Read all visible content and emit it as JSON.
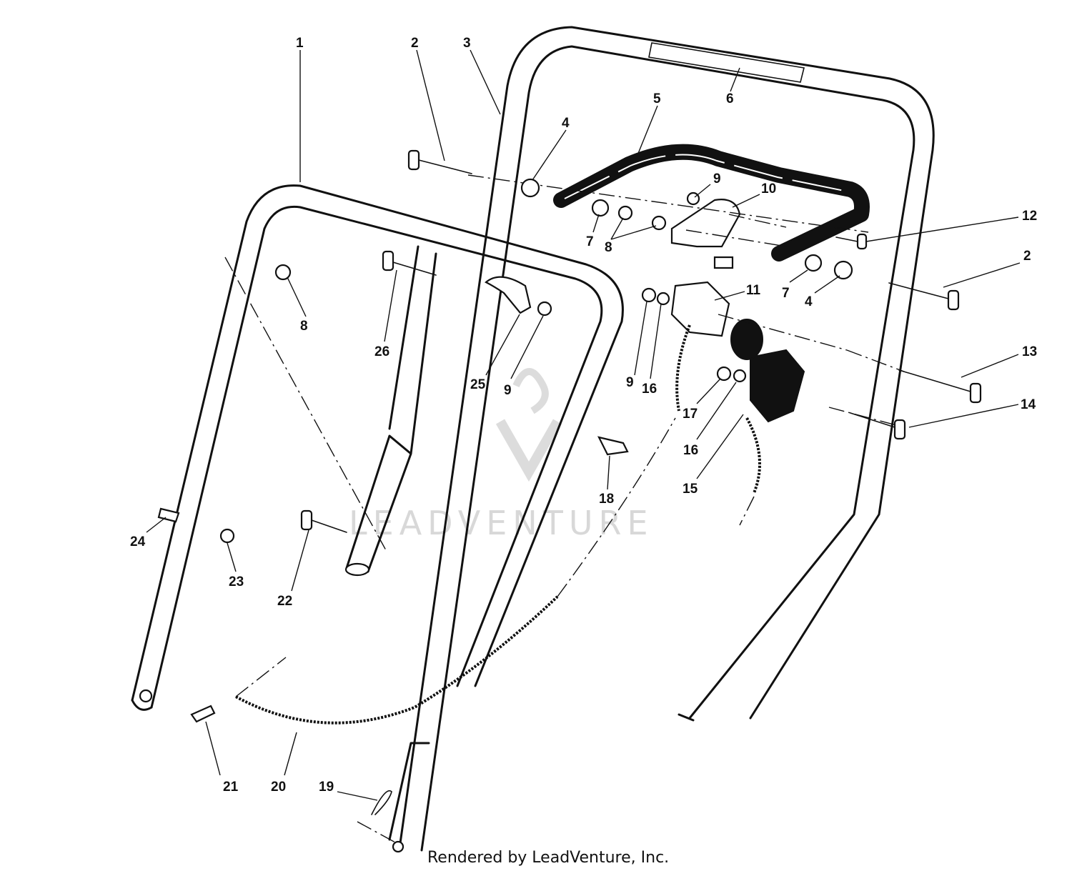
{
  "diagram": {
    "callouts": [
      "1",
      "2",
      "3",
      "4",
      "5",
      "6",
      "4",
      "9",
      "10",
      "12",
      "2",
      "7",
      "8",
      "7",
      "4",
      "8",
      "26",
      "25",
      "9",
      "11",
      "9",
      "16",
      "13",
      "17",
      "16",
      "14",
      "18",
      "15",
      "24",
      "23",
      "22",
      "21",
      "20",
      "19"
    ],
    "watermark": "LEADVENTURE",
    "credit": "Rendered by LeadVenture, Inc."
  }
}
